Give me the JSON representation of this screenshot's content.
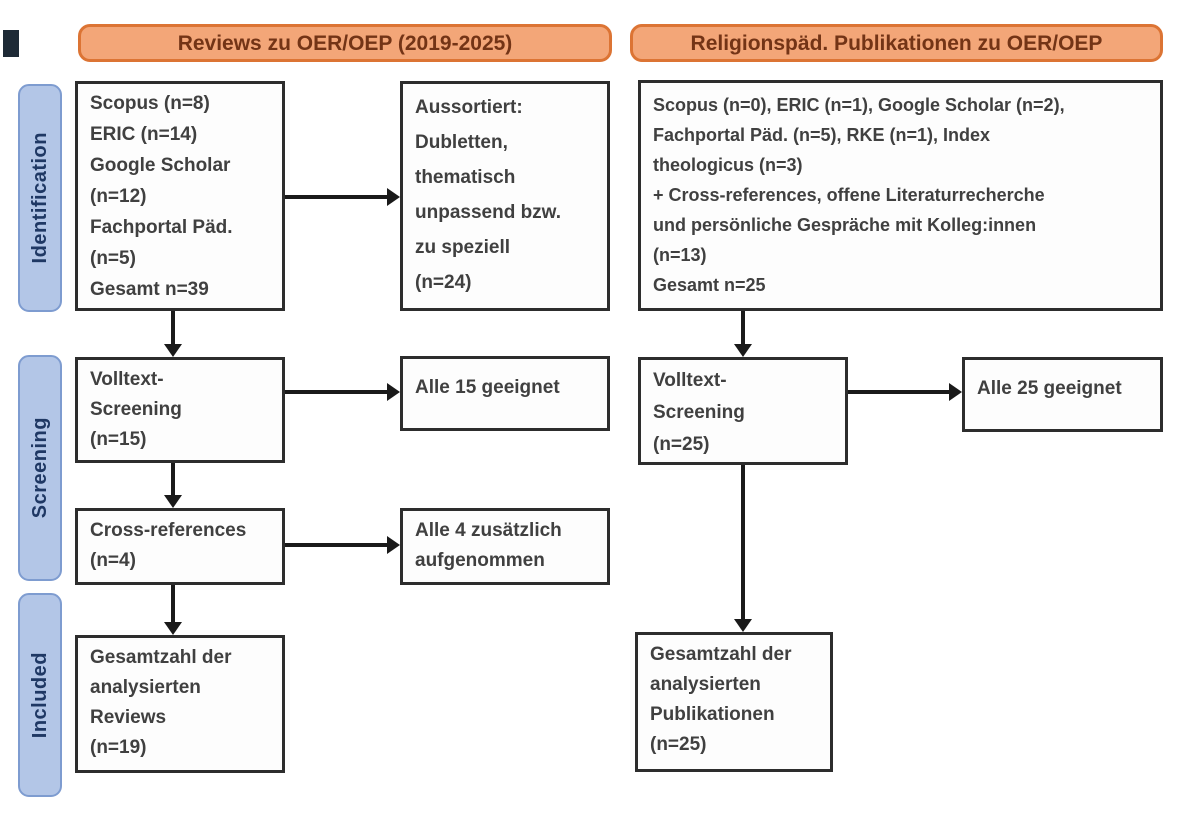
{
  "diagram": {
    "headers": {
      "left": "Reviews zu OER/OEP (2019-2025)",
      "right": "Religionspäd. Publikationen zu OER/OEP"
    },
    "stage_labels": {
      "identification": "Identification",
      "screening": "Screening",
      "included": "Included"
    },
    "boxes": {
      "left_sources": "Scopus (n=8)\nERIC (n=14)\nGoogle Scholar\n(n=12)\nFachportal Päd.\n(n=5)\nGesamt n=39",
      "left_excluded": "Aussortiert:\nDubletten,\nthematisch\nunpassend bzw.\nzu speziell\n(n=24)",
      "left_fulltext": "Volltext-\nScreening\n(n=15)",
      "left_fulltext_result": "Alle 15 geeignet",
      "left_crossref": "Cross-references\n(n=4)",
      "left_crossref_result": "Alle 4 zusätzlich\naufgenommen",
      "left_total": "Gesamtzahl der\nanalysierten\nReviews\n(n=19)",
      "right_sources": "Scopus (n=0), ERIC (n=1), Google Scholar (n=2),\nFachportal Päd. (n=5), RKE (n=1), Index\ntheologicus (n=3)\n+ Cross-references, offene Literaturrecherche\nund persönliche Gespräche mit Kolleg:innen\n(n=13)\nGesamt n=25",
      "right_fulltext": "Volltext-\nScreening\n(n=25)",
      "right_fulltext_result": "Alle 25 geeignet",
      "right_total": "Gesamtzahl der\nanalysierten\nPublikationen\n(n=25)"
    },
    "colors": {
      "header_fill": "#F3A678",
      "header_border": "#DC7434",
      "header_text": "#733416",
      "stage_fill": "#B3C6E7",
      "stage_border": "#7E9CD0",
      "stage_text": "#1F3864",
      "box_border": "#2D2D2D",
      "box_text": "#404040",
      "arrow": "#1A1A1A",
      "background": "#FFFFFF"
    }
  }
}
